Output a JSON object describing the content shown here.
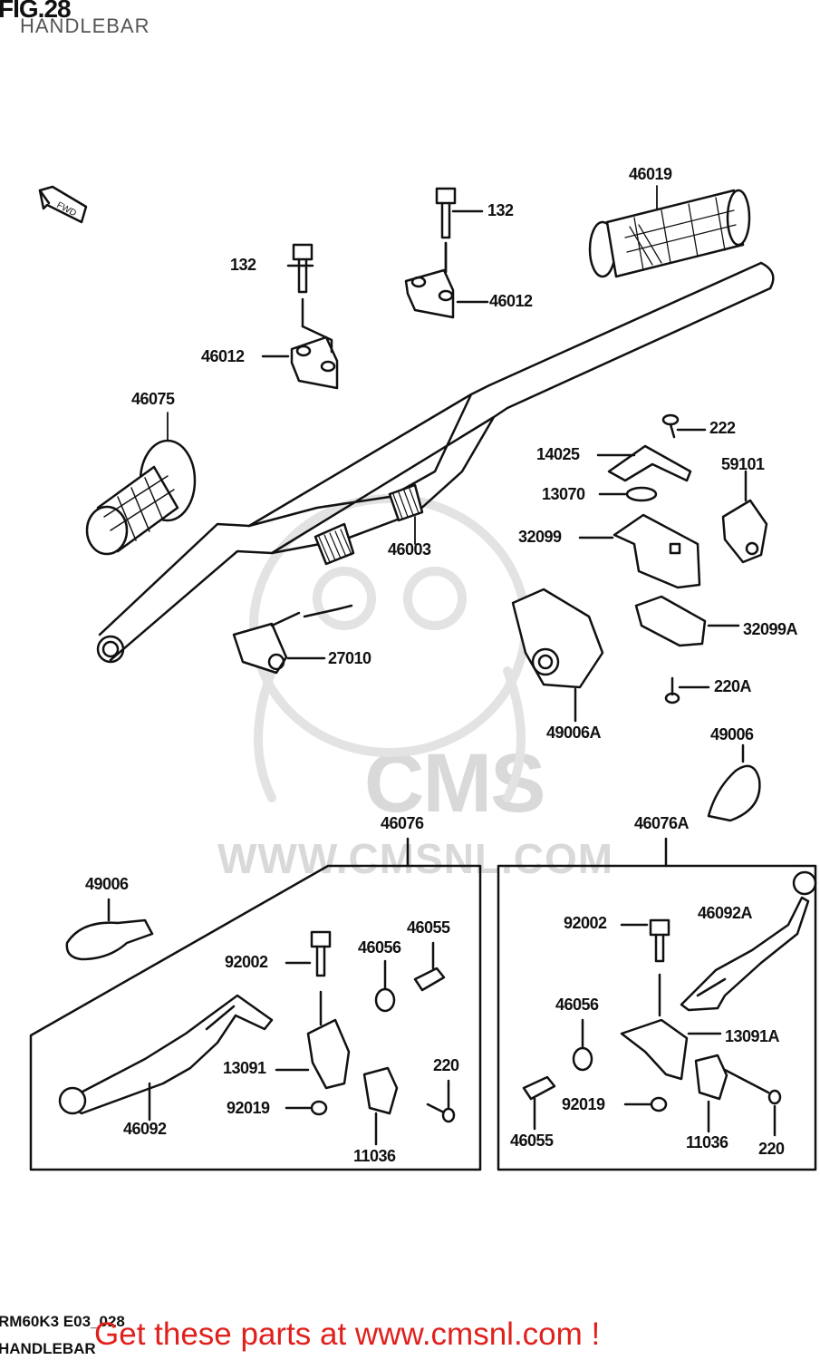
{
  "header": {
    "title": "FIG.28",
    "subtitle": "HANDLEBAR"
  },
  "watermark": {
    "brand": "CMS",
    "url": "WWW.CMSNL.COM"
  },
  "parts": {
    "p46019": "46019",
    "p132a": "132",
    "p132b": "132",
    "p46012a": "46012",
    "p46012b": "46012",
    "p46075": "46075",
    "p46003": "46003",
    "p222": "222",
    "p14025": "14025",
    "p13070": "13070",
    "p59101": "59101",
    "p32099": "32099",
    "p32099A": "32099A",
    "p27010": "27010",
    "p220A": "220A",
    "p49006A": "49006A",
    "p49006a": "49006",
    "p46076": "46076",
    "p46076A": "46076A",
    "p49006b": "49006",
    "p92002a": "92002",
    "p46056a": "46056",
    "p46055a": "46055",
    "p13091": "13091",
    "p220a": "220",
    "p92019a": "92019",
    "p46092": "46092",
    "p11036a": "11036",
    "p92002b": "92002",
    "p46092A": "46092A",
    "p46056b": "46056",
    "p13091A": "13091A",
    "p92019b": "92019",
    "p46055b": "46055",
    "p11036b": "11036",
    "p220b": "220"
  },
  "fwd_label": "FWD",
  "footer": {
    "code": "RM60K3 E03_028",
    "subtitle": "HANDLEBAR",
    "promo": "Get these parts at www.cmsnl.com !"
  },
  "colors": {
    "promo": "#e0201c",
    "watermark": "#d9d9d9",
    "line": "#111111"
  }
}
